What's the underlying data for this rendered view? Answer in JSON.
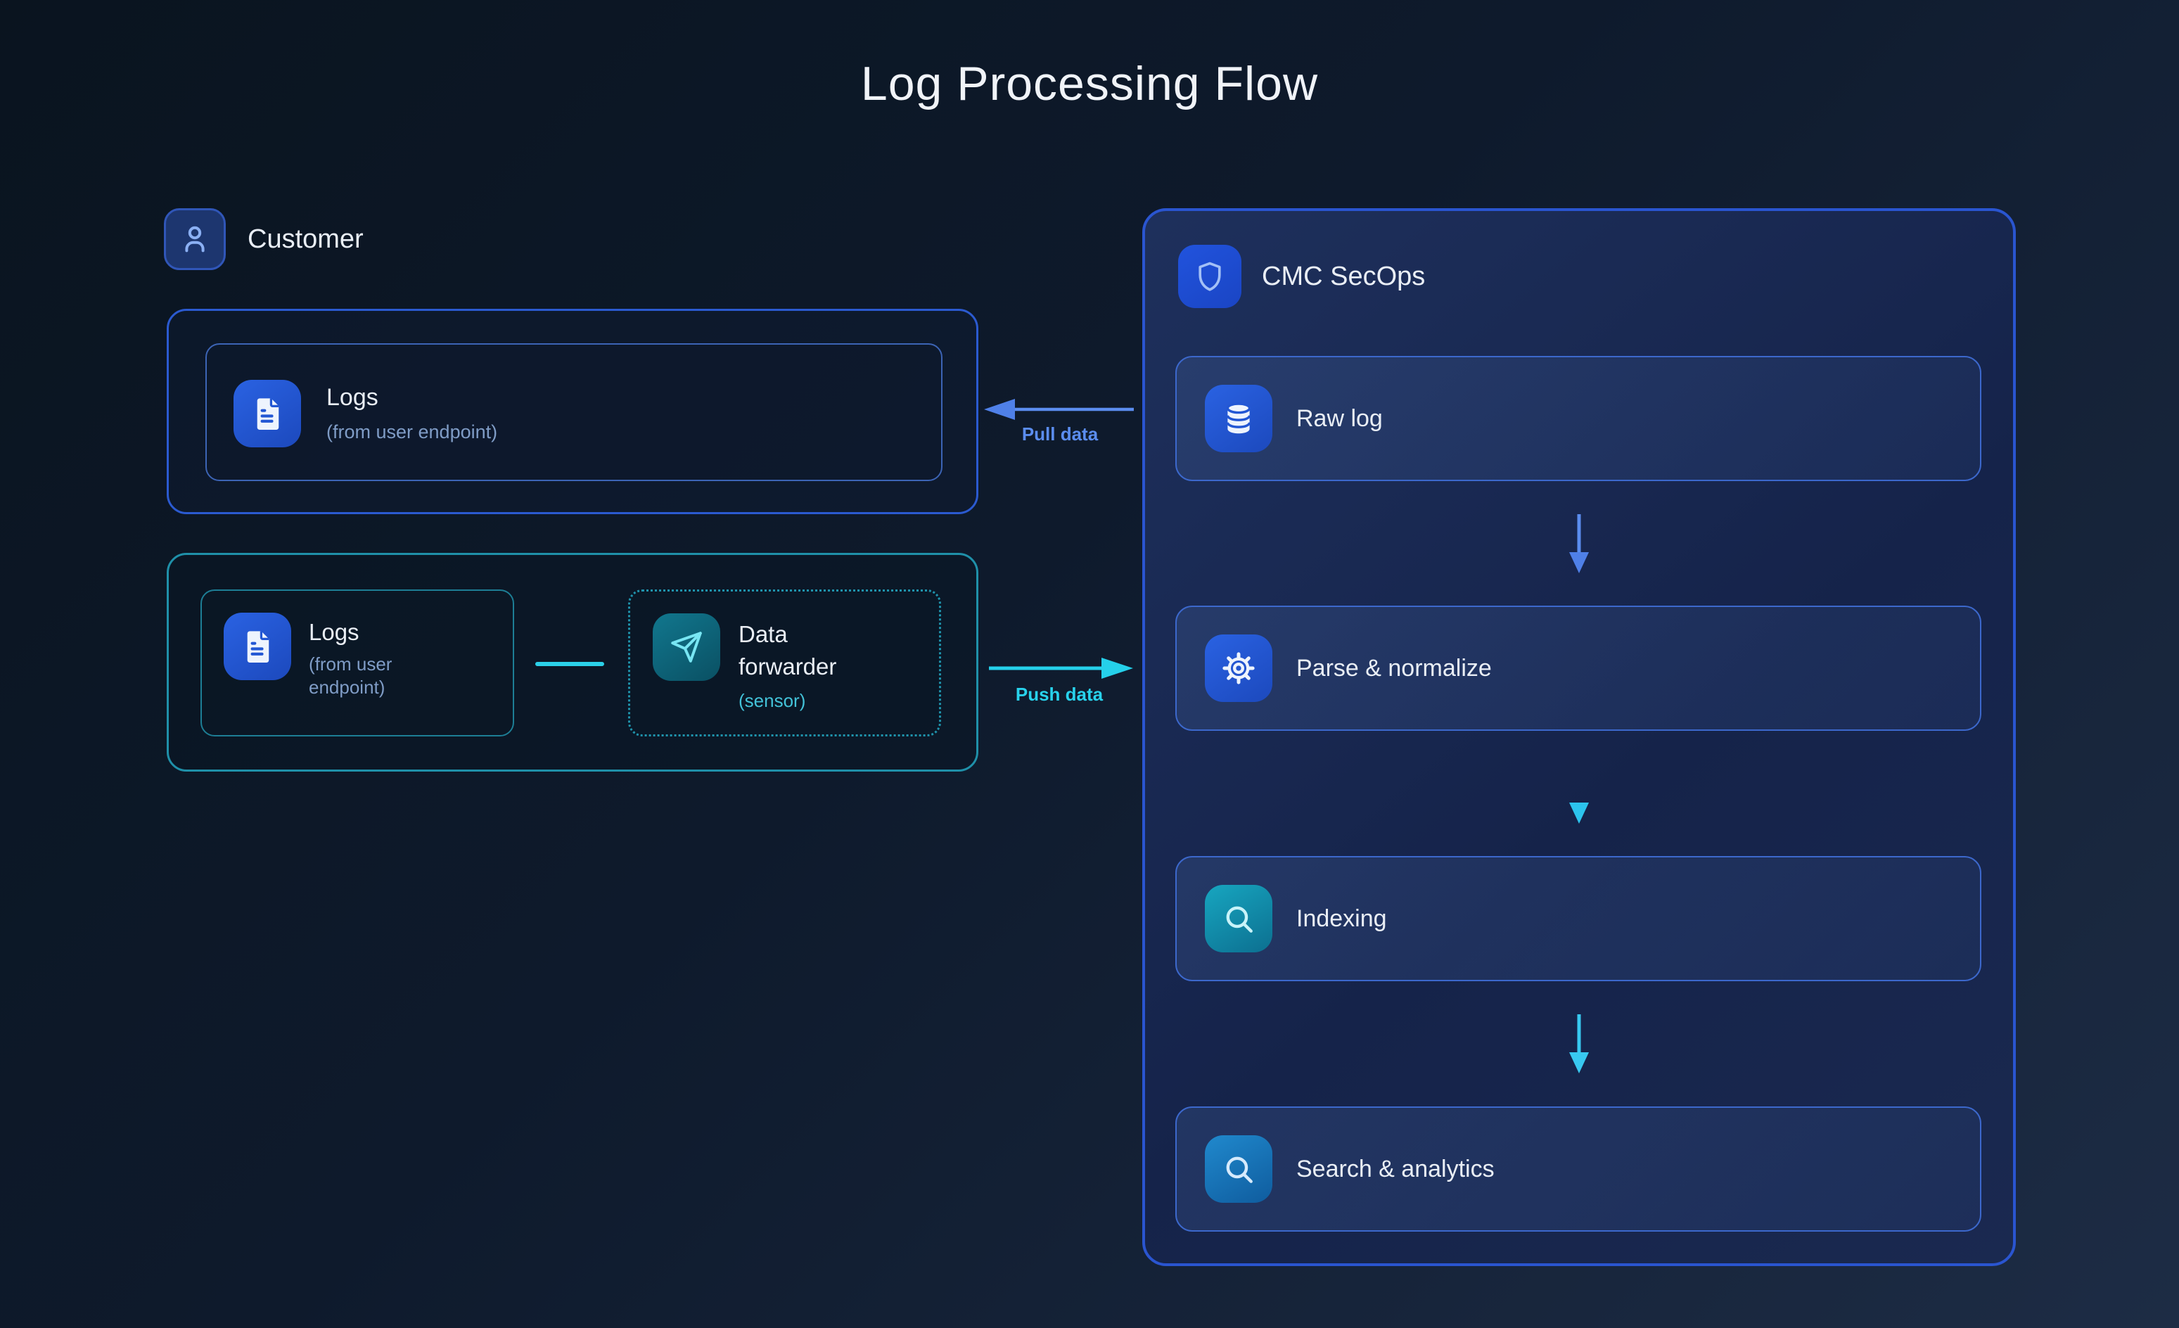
{
  "title": "Log Processing Flow",
  "customer": {
    "label": "Customer"
  },
  "pull_group": {
    "logs": {
      "title": "Logs",
      "subtitle": "(from user endpoint)"
    },
    "arrow_label": "Pull data"
  },
  "push_group": {
    "logs": {
      "title": "Logs",
      "subtitle": "(from user endpoint)"
    },
    "forwarder": {
      "title": "Data forwarder",
      "subtitle": "(sensor)"
    },
    "arrow_label": "Push data"
  },
  "secops": {
    "title": "CMC SecOps",
    "stages": [
      {
        "label": "Raw log",
        "icon": "database-icon"
      },
      {
        "label": "Parse & normalize",
        "icon": "gear-icon"
      },
      {
        "label": "Indexing",
        "icon": "search-icon"
      },
      {
        "label": "Search & analytics",
        "icon": "search-icon"
      }
    ]
  },
  "colors": {
    "background_top": "#0a141f",
    "background_bottom": "#1d2c45",
    "panel_border_blue": "#2a55d0",
    "group_border_blue": "#2b5ad0",
    "group_border_teal": "#1f90a9",
    "pull_arrow_blue": "#5b8def",
    "push_arrow_cyan": "#25d0ea",
    "icon_square_blue": "#2257d4",
    "icon_square_teal_dark": "#0d5f73",
    "icon_square_teal": "#109cb9",
    "icon_square_steel_blue": "#1878bc",
    "text_primary": "#e9eef5",
    "text_muted": "#7f9cc6",
    "text_teal": "#43c2d8"
  }
}
